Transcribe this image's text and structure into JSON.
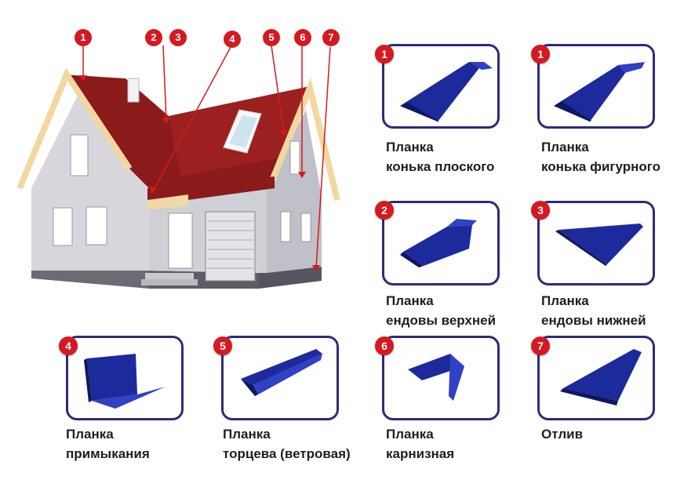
{
  "house_markers": [
    "1",
    "2",
    "3",
    "4",
    "5",
    "6",
    "7"
  ],
  "products": [
    {
      "number": "1",
      "line1": "Планка",
      "line2": "конька плоского",
      "icon": "flat-ridge-strip"
    },
    {
      "number": "1",
      "line1": "Планка",
      "line2": "конька фигурного",
      "icon": "shaped-ridge-strip"
    },
    {
      "number": "2",
      "line1": "Планка",
      "line2": "ендовы верхней",
      "icon": "upper-valley-strip"
    },
    {
      "number": "3",
      "line1": "Планка",
      "line2": "ендовы нижней",
      "icon": "lower-valley-strip"
    },
    {
      "number": "4",
      "line1": "Планка",
      "line2": "примыкания",
      "icon": "abutment-strip"
    },
    {
      "number": "5",
      "line1": "Планка",
      "line2": "торцева (ветровая)",
      "icon": "gable-wind-strip"
    },
    {
      "number": "6",
      "line1": "Планка",
      "line2": "карнизная",
      "icon": "eaves-strip"
    },
    {
      "number": "7",
      "line1": "Отлив",
      "line2": "",
      "icon": "drip-flashing"
    }
  ],
  "colors": {
    "badge": "#d51920",
    "card_border": "#2b2c7c",
    "metal": "#1c2a9c",
    "roof": "#8b1a1a"
  }
}
